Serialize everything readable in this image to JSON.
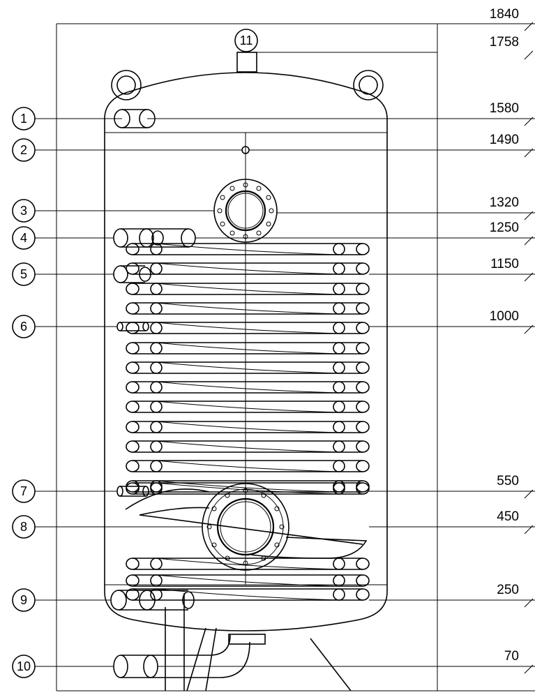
{
  "dimensions": [
    {
      "id": "d1840",
      "label": "1840"
    },
    {
      "id": "d1758",
      "label": "1758"
    },
    {
      "id": "d1580",
      "label": "1580"
    },
    {
      "id": "d1490",
      "label": "1490"
    },
    {
      "id": "d1320",
      "label": "1320"
    },
    {
      "id": "d1250",
      "label": "1250"
    },
    {
      "id": "d1150",
      "label": "1150"
    },
    {
      "id": "d1000",
      "label": "1000"
    },
    {
      "id": "d550",
      "label": "550"
    },
    {
      "id": "d450",
      "label": "450"
    },
    {
      "id": "d250",
      "label": "250"
    },
    {
      "id": "d70",
      "label": "70"
    }
  ],
  "callouts": [
    {
      "id": "c1",
      "label": "1"
    },
    {
      "id": "c2",
      "label": "2"
    },
    {
      "id": "c3",
      "label": "3"
    },
    {
      "id": "c4",
      "label": "4"
    },
    {
      "id": "c5",
      "label": "5"
    },
    {
      "id": "c6",
      "label": "6"
    },
    {
      "id": "c7",
      "label": "7"
    },
    {
      "id": "c8",
      "label": "8"
    },
    {
      "id": "c9",
      "label": "9"
    },
    {
      "id": "c10",
      "label": "10"
    },
    {
      "id": "c11",
      "label": "11"
    }
  ]
}
